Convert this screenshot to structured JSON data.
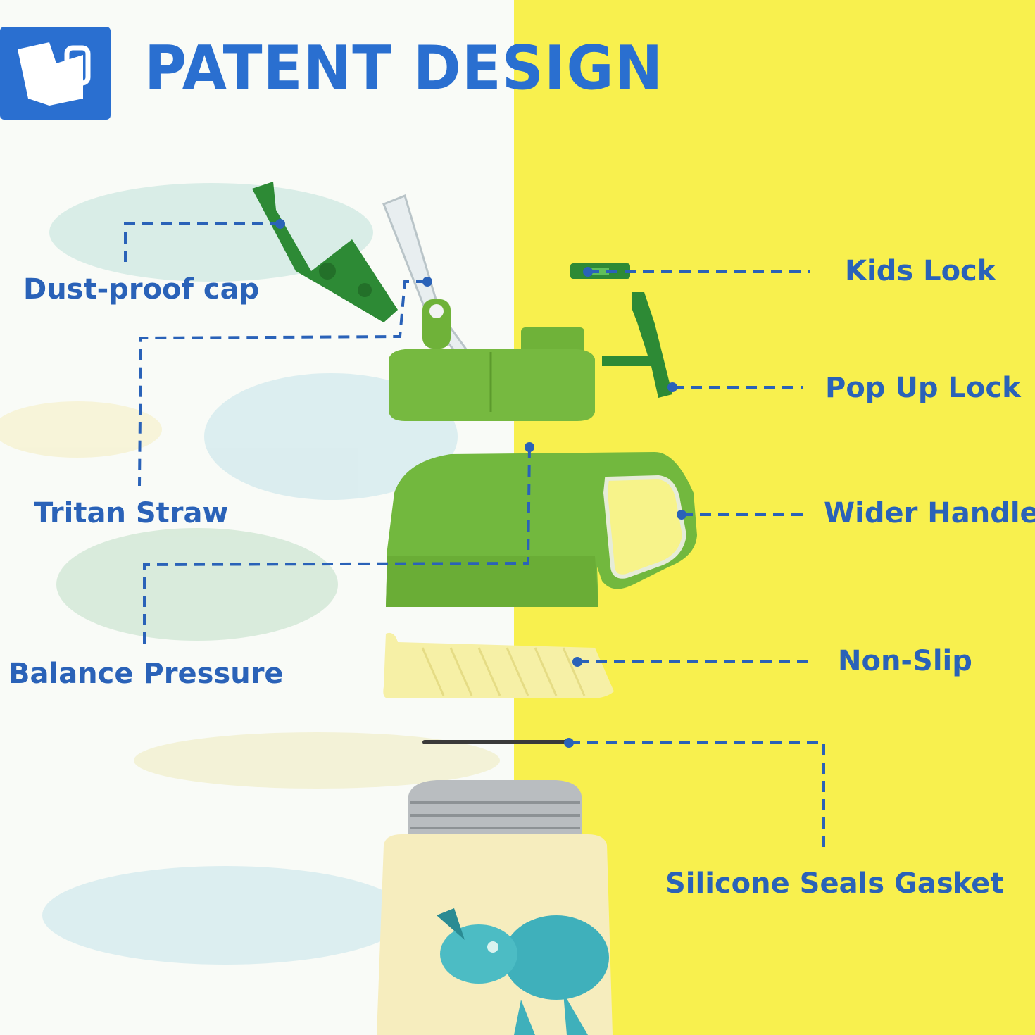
{
  "title": "PATENT DESIGN",
  "title_icon": "bottle-lid-icon",
  "colors": {
    "accent_blue": "#2a62b8",
    "title_blue": "#2a6fd0",
    "lid_green": "#74b83e",
    "dark_green": "#2d8a35",
    "yellow_background": "#f8f04e",
    "non_slip_yellow": "#f6f0a6"
  },
  "labels": {
    "dust_proof_cap": "Dust-proof cap",
    "tritan_straw": "Tritan Straw",
    "balance_pressure": "Balance Pressure",
    "kids_lock": "Kids Lock",
    "pop_up_lock": "Pop Up Lock",
    "wider_handle": "Wider Handle",
    "non_slip": "Non-Slip",
    "silicone_seals_gasket": "Silicone Seals Gasket"
  }
}
